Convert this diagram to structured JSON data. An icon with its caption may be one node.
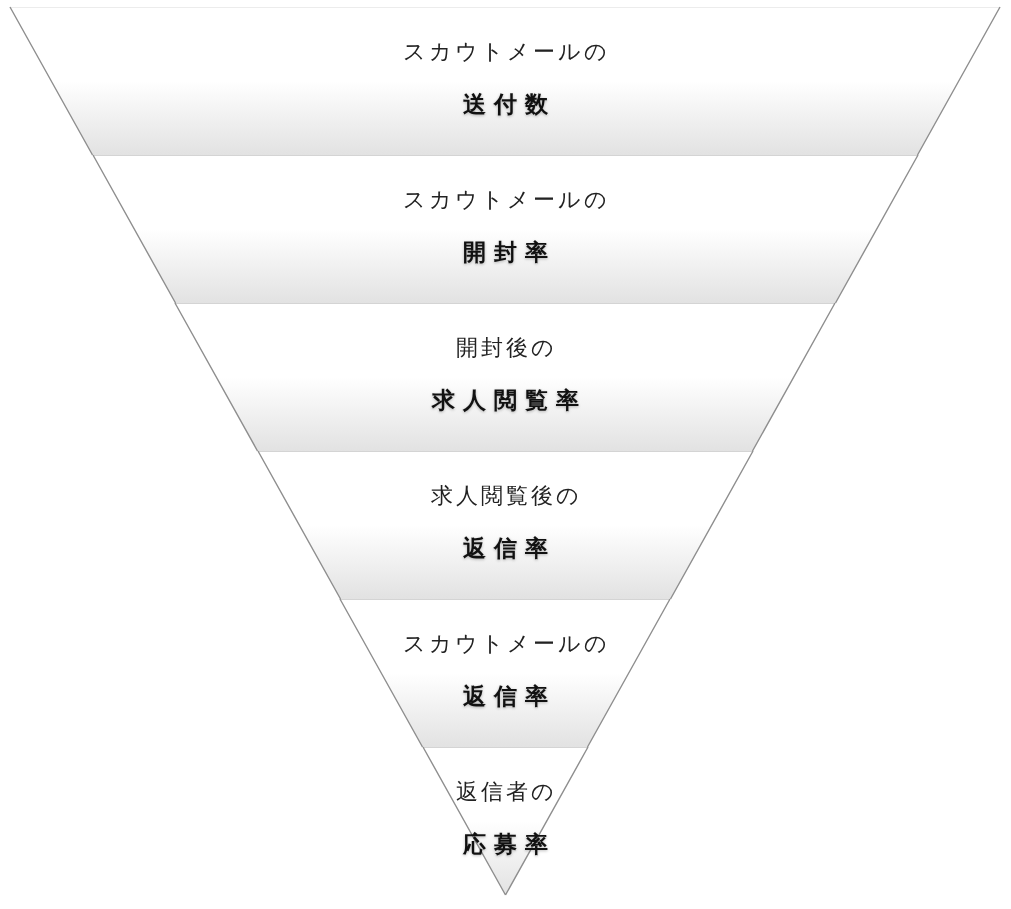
{
  "diagram": {
    "nodes": [
      {
        "text": [
          "スカウトメールの",
          "送付数"
        ]
      },
      {
        "text": [
          "スカウトメールの",
          "開封率"
        ]
      },
      {
        "text": [
          "開封後の",
          "求人閲覧率"
        ]
      },
      {
        "text": [
          "求人閲覧後の",
          "返信率"
        ]
      },
      {
        "text": [
          "スカウトメールの",
          "返信率"
        ]
      },
      {
        "text": [
          "返信者の",
          "応募率"
        ]
      }
    ]
  }
}
